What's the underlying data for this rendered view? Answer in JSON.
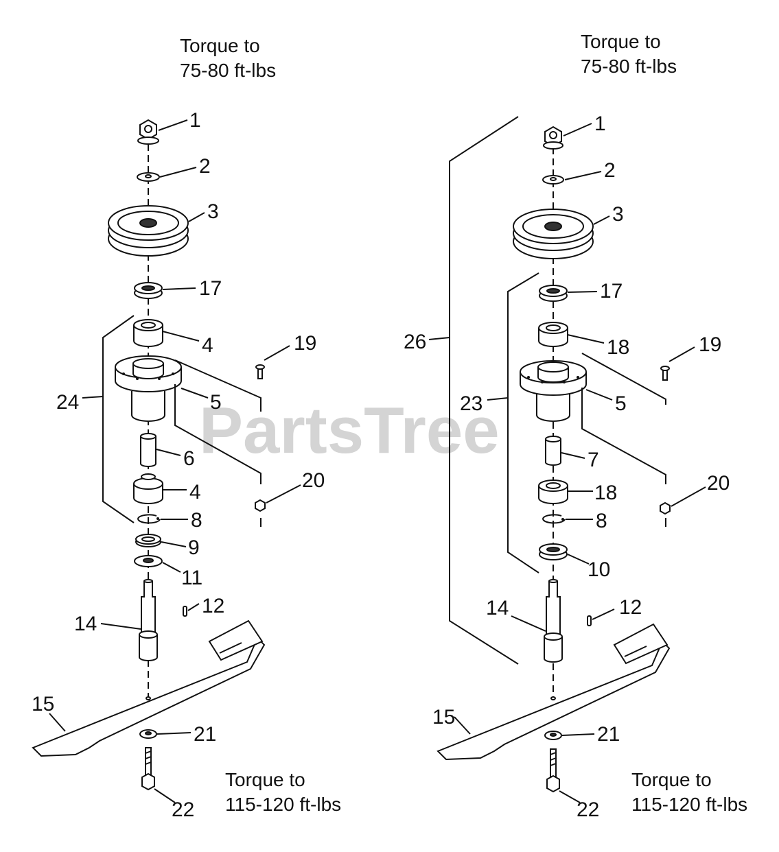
{
  "watermark": "PartsTree",
  "left_assembly": {
    "top_note": [
      "Torque to",
      "75-80 ft-lbs"
    ],
    "bottom_note": [
      "Torque to",
      "115-120 ft-lbs"
    ],
    "labels": {
      "p1": "1",
      "p2": "2",
      "p3": "3",
      "p17": "17",
      "p4a": "4",
      "p19": "19",
      "p5": "5",
      "p24": "24",
      "p6": "6",
      "p20": "20",
      "p4b": "4",
      "p8": "8",
      "p9": "9",
      "p11": "11",
      "p12": "12",
      "p14": "14",
      "p15": "15",
      "p21": "21",
      "p22": "22"
    }
  },
  "right_assembly": {
    "top_note": [
      "Torque to",
      "75-80 ft-lbs"
    ],
    "bottom_note": [
      "Torque to",
      "115-120 ft-lbs"
    ],
    "labels": {
      "p1": "1",
      "p2": "2",
      "p3": "3",
      "p17": "17",
      "p26": "26",
      "p18a": "18",
      "p19": "19",
      "p5": "5",
      "p23": "23",
      "p7": "7",
      "p20": "20",
      "p18b": "18",
      "p8": "8",
      "p10": "10",
      "p12": "12",
      "p14": "14",
      "p15": "15",
      "p21": "21",
      "p22": "22"
    }
  }
}
